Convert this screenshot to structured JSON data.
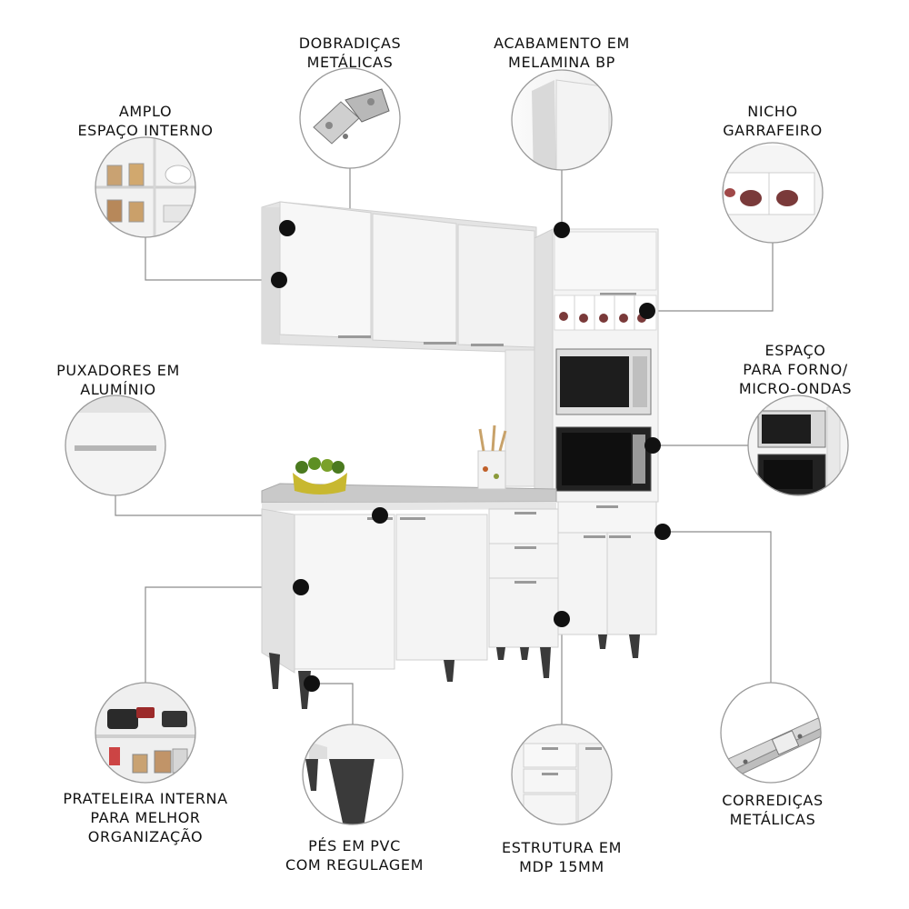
{
  "labels": {
    "dobradicas": [
      "DOBRADIÇAS",
      "METÁLICAS"
    ],
    "acabamento": [
      "ACABAMENTO EM",
      "MELAMINA BP"
    ],
    "amplo": [
      "AMPLO",
      "ESPAÇO INTERNO"
    ],
    "nicho": [
      "NICHO",
      "GARRAFEIRO"
    ],
    "puxadores": [
      "PUXADORES EM",
      "ALUMÍNIO"
    ],
    "espaco_forno": [
      "ESPAÇO",
      "PARA FORNO/",
      "MICRO-ONDAS"
    ],
    "prateleira": [
      "PRATELEIRA INTERNA",
      "PARA MELHOR",
      "ORGANIZAÇÃO"
    ],
    "pes": [
      "PÉS EM PVC",
      "COM REGULAGEM"
    ],
    "estrutura": [
      "ESTRUTURA EM",
      "MDP 15MM"
    ],
    "corredicas": [
      "CORREDIÇAS",
      "METÁLICAS"
    ]
  },
  "icons": [
    "hinge-icon",
    "bottle-rack-icon",
    "microwave-icon",
    "drawer-slide-icon",
    "cabinet-leg-icon"
  ],
  "colors": {
    "cabinet": "#f4f4f4",
    "outline": "#c8c8c8",
    "dot": "#111111",
    "leg": "#3a3a3a",
    "line": "#888888"
  }
}
